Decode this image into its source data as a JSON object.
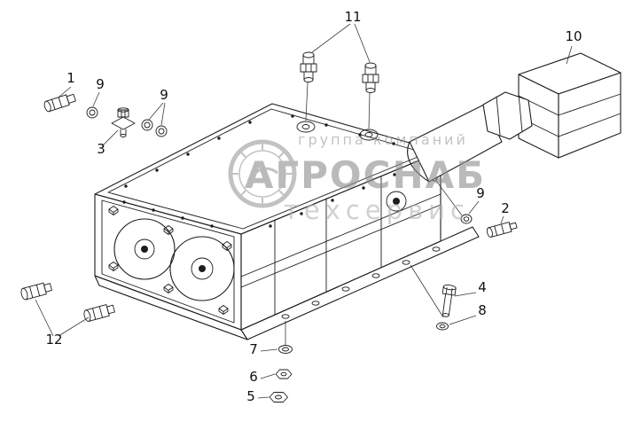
{
  "diagram": {
    "type": "exploded-parts-technical-drawing",
    "colors": {
      "line": "#1d1d1d",
      "watermark_gray": "#9a9a9a",
      "background": "#ffffff"
    },
    "watermark": {
      "line1": "группа компаний",
      "line2": "АГРОСНАБ",
      "line3": "техсервис"
    },
    "callouts": [
      {
        "label": "1"
      },
      {
        "label": "9"
      },
      {
        "label": "3"
      },
      {
        "label": "9"
      },
      {
        "label": "11"
      },
      {
        "label": "10"
      },
      {
        "label": "9"
      },
      {
        "label": "2"
      },
      {
        "label": "4"
      },
      {
        "label": "8"
      },
      {
        "label": "7"
      },
      {
        "label": "6"
      },
      {
        "label": "5"
      },
      {
        "label": "12"
      }
    ]
  }
}
